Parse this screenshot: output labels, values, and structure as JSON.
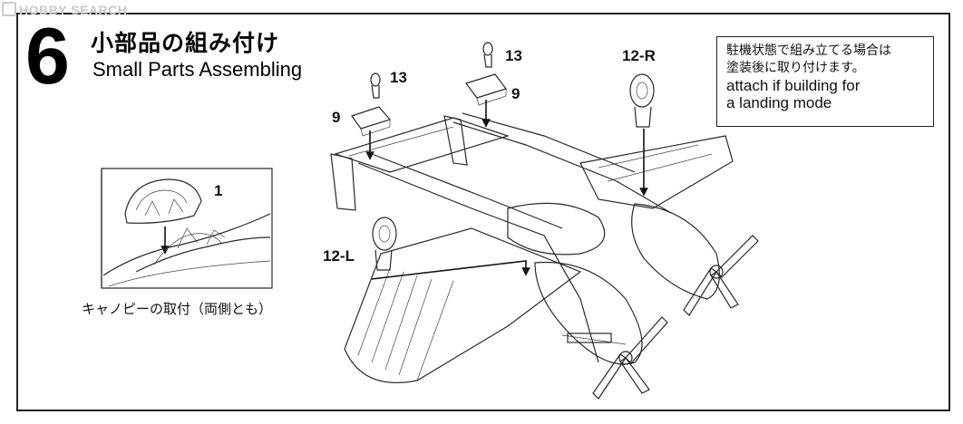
{
  "watermark": {
    "text": "HOBBY SEARCH"
  },
  "step": {
    "number": "6",
    "title_jp": "小部品の組み付け",
    "title_en": "Small Parts Assembling"
  },
  "note": {
    "line_jp_1": "駐機状態で組み立てる場合は",
    "line_jp_2": "塗装後に取り付けます。",
    "line_en_1": "attach if building for",
    "line_en_2": "a landing mode"
  },
  "canopy": {
    "part_label": "1",
    "caption": "キャノピーの取付（両側とも）"
  },
  "parts": {
    "p13_left": "13",
    "p13_right": "13",
    "p9_left": "9",
    "p9_right": "9",
    "p12_r": "12-R",
    "p12_l": "12-L"
  },
  "colors": {
    "line": "#2a2a2a",
    "paper": "#ffffff",
    "plane_shade": "#f4f1e4"
  }
}
